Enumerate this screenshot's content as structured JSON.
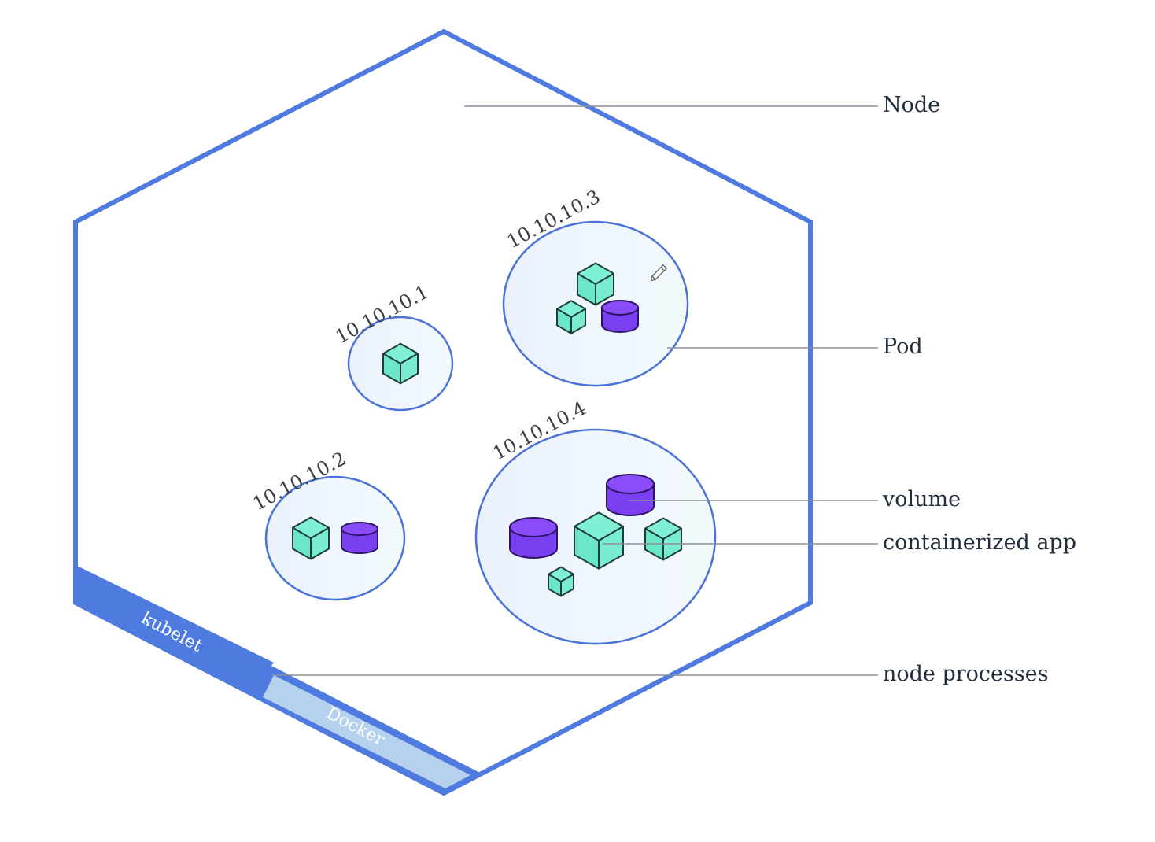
{
  "diagram": {
    "title": "Kubernetes Node overview",
    "colors": {
      "node_border": "#4f7ae0",
      "kubelet_bar": "#4f7ae0",
      "docker_bar": "#b5d1ee",
      "pod_border": "#4b72d6",
      "pod_fill": "#eef5fd",
      "container": "#76ebcc",
      "volume": "#7b3ff2",
      "label_text": "#1f2d3d"
    },
    "node_processes": {
      "kubelet": "kubelet",
      "docker": "Docker"
    },
    "pods": [
      {
        "id": "pod-1",
        "ip": "10.10.10.1",
        "containers": 1,
        "volumes": 0
      },
      {
        "id": "pod-2",
        "ip": "10.10.10.2",
        "containers": 1,
        "volumes": 1
      },
      {
        "id": "pod-3",
        "ip": "10.10.10.3",
        "containers": 2,
        "volumes": 1
      },
      {
        "id": "pod-4",
        "ip": "10.10.10.4",
        "containers": 3,
        "volumes": 2
      }
    ],
    "callouts": {
      "node": "Node",
      "pod": "Pod",
      "volume": "volume",
      "containerized_app": "containerized app",
      "node_processes": "node processes"
    },
    "icons": {
      "container": "cube-icon",
      "volume": "cylinder-icon",
      "annotation": "pencil-icon"
    }
  }
}
